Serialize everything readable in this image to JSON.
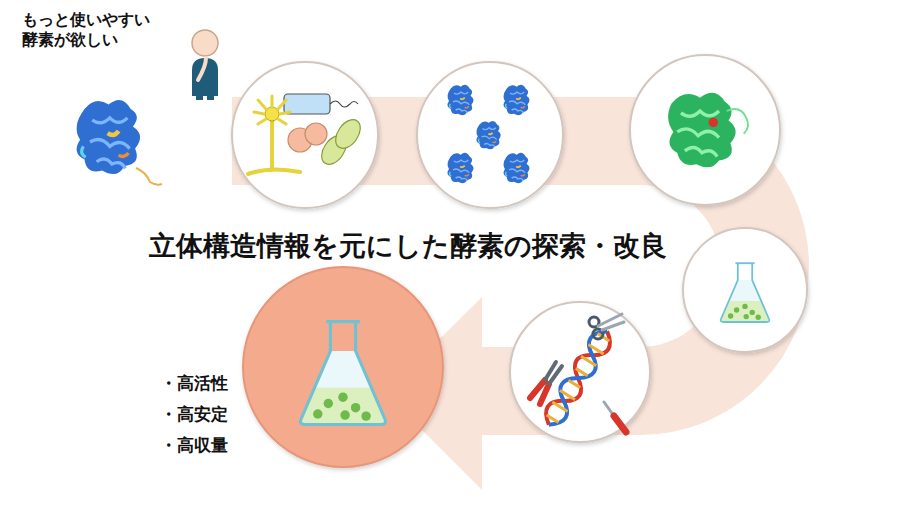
{
  "diagram": {
    "title": "立体構造情報を元にした酵素の探索・改良",
    "labels": [
      "もっと使いやすい 酵素が欲しい",
      "・高活性",
      "・高安定",
      "・高収量"
    ]
  }
}
